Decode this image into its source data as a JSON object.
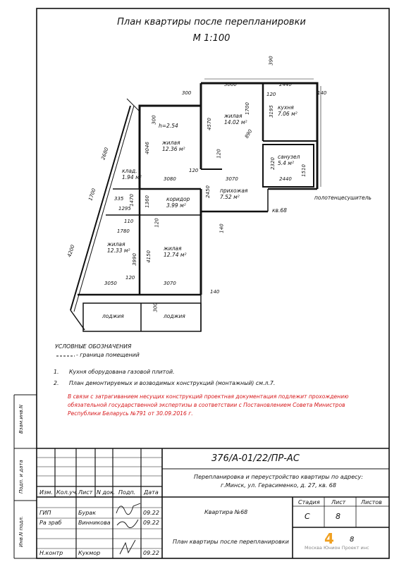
{
  "title": "План квартиры после перепланировки",
  "scale": "М 1:100",
  "rooms": [
    {
      "name": "жилая",
      "area": "14.02 м²"
    },
    {
      "name": "кухня",
      "area": "7.06 м²"
    },
    {
      "name": "жилая",
      "area": "12.36 м²"
    },
    {
      "name": "клад.",
      "area": "1.94 м²"
    },
    {
      "name": "санузел",
      "area": "5.4 м²"
    },
    {
      "name": "прихожая",
      "area": "7.52 м²"
    },
    {
      "name": "коридор",
      "area": "3.99 м²"
    },
    {
      "name": "жилая",
      "area": "12.33 м²"
    },
    {
      "name": "жилая",
      "area": "12.74 м²"
    },
    {
      "name": "лоджия",
      "area": ""
    },
    {
      "name": "лоджия",
      "area": ""
    }
  ],
  "plan_labels": {
    "height": "h=2.54",
    "apt_label": "кв.68",
    "meter": "полотенцесушитель"
  },
  "dims": [
    "300",
    "3060",
    "2440",
    "390",
    "120",
    "140",
    "4570",
    "1700",
    "3195",
    "890",
    "300",
    "4046",
    "2680",
    "120",
    "3070",
    "2320",
    "1510",
    "2440",
    "3080",
    "120",
    "2450",
    "335",
    "1470",
    "1295",
    "1700",
    "1360",
    "110",
    "1780",
    "140",
    "120",
    "4200",
    "3990",
    "4150",
    "120",
    "3050",
    "3070",
    "140",
    "300"
  ],
  "legend": {
    "heading": "УСЛОВНЫЕ ОБОЗНАЧЕНИЯ",
    "item": "- граница помещений"
  },
  "notes": [
    {
      "num": "1.",
      "text": "Кухня оборудована газовой плитой."
    },
    {
      "num": "2.",
      "text": "План демонтируемых и возводимых конструкций (монтажный) см.л.7."
    }
  ],
  "warning": [
    "В связи с затрагиванием несущих конструкций проектная документация подлежит прохождению",
    "обязательной государственной экспертизы в соответствии с Постановлением Совета Министров",
    "Республики Беларусь №791 от 30.09.2016 г."
  ],
  "side_labels": [
    "Взам.инв.N",
    "Подп. и дата",
    "Инв.N подл."
  ],
  "titleblock": {
    "code": "376/А-01/22/ПР-АС",
    "project": [
      "Перепланировка и переустройство квартиры по адресу:",
      "г.Минск, ул. Герасименко, д. 27, кв. 68"
    ],
    "header_cols": [
      "Изм.",
      "Кол.уч.",
      "Лист",
      "N док.",
      "Подп.",
      "Дата"
    ],
    "people": [
      {
        "role": "ГИП",
        "name": "Бурак",
        "date": "09.22"
      },
      {
        "role": "Ра зраб",
        "name": "Винникова",
        "date": "09.22"
      },
      {
        "role": "Н.контр",
        "name": "Кукмор",
        "date": "09.22"
      }
    ],
    "object": "Квартира №68",
    "sheet_title": "План квартиры после перепланировки",
    "stage_label": "Стадия",
    "sheet_label": "Лист",
    "sheets_label": "Листов",
    "stage": "С",
    "sheet": "8",
    "sheets": "",
    "page_no": "8",
    "logo_num": "4",
    "watermark": "Москва Юнион Проект инс"
  }
}
